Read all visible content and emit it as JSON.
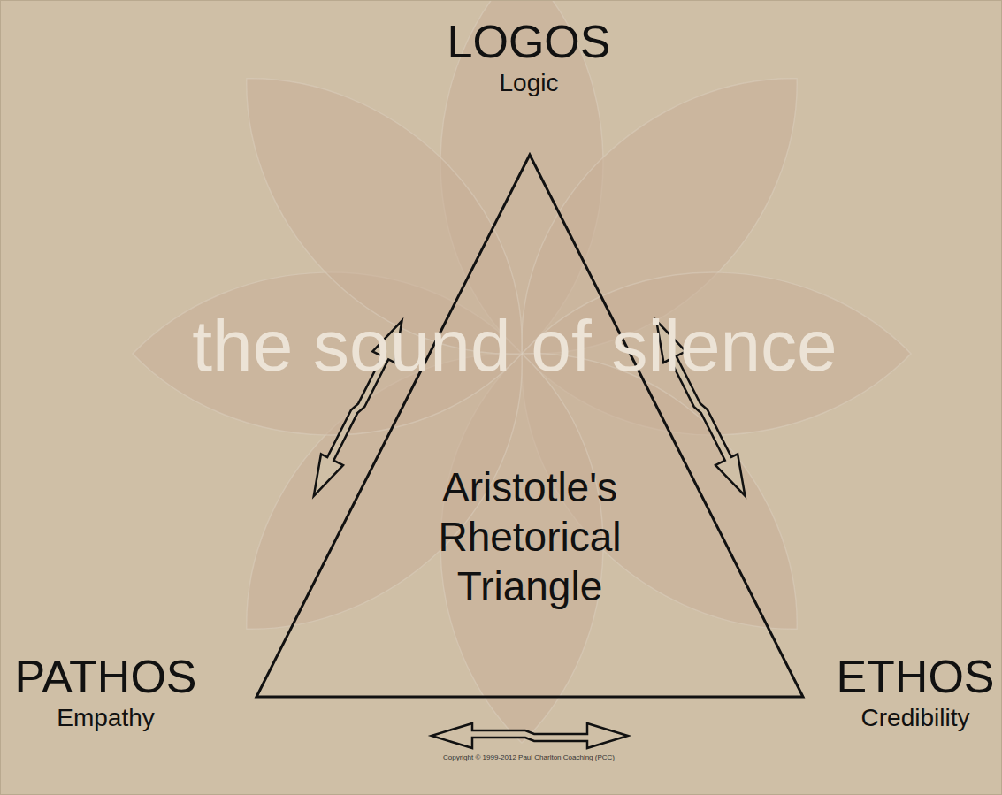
{
  "diagram": {
    "nodes": [
      {
        "text": [
          "LOGOS",
          "Logic"
        ]
      },
      {
        "text": [
          "Aristotle's Rhetorical Triangle"
        ]
      },
      {
        "text": [
          "PATHOS",
          "Empathy"
        ]
      },
      {
        "text": [
          "ETHOS",
          "Credibility"
        ]
      }
    ],
    "edges": [
      {
        "from": 0,
        "to": 2,
        "arrow": "both"
      },
      {
        "from": 0,
        "to": 3,
        "arrow": "both"
      },
      {
        "from": 2,
        "to": 3,
        "arrow": "both"
      }
    ],
    "labels": [
      "the sound of silence",
      "Copyright © 1999-2012 Paul Charlton Coaching (PCC)"
    ]
  }
}
